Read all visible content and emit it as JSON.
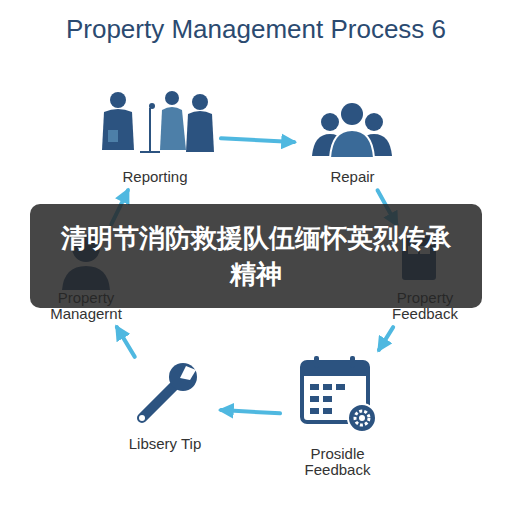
{
  "diagram": {
    "title": "Property Management Process 6",
    "nodes": [
      {
        "text": [
          "Reporting"
        ]
      },
      {
        "text": [
          "Repair"
        ]
      },
      {
        "text": [
          "Property Feedback"
        ]
      },
      {
        "text": [
          "Prosidle Feedback"
        ]
      },
      {
        "text": [
          "Libsery Tip"
        ]
      },
      {
        "text": [
          "Property Managernt"
        ]
      }
    ],
    "edges": [
      {
        "from": 0,
        "to": 1,
        "arrow": "to"
      },
      {
        "from": 1,
        "to": 2,
        "arrow": "to"
      },
      {
        "from": 2,
        "to": 3,
        "arrow": "to"
      },
      {
        "from": 3,
        "to": 4,
        "arrow": "to"
      },
      {
        "from": 4,
        "to": 5,
        "arrow": "to"
      },
      {
        "from": 5,
        "to": 0,
        "arrow": "to"
      }
    ],
    "labels": [
      "清明节消防救援队伍缅怀英烈传承精神"
    ]
  }
}
